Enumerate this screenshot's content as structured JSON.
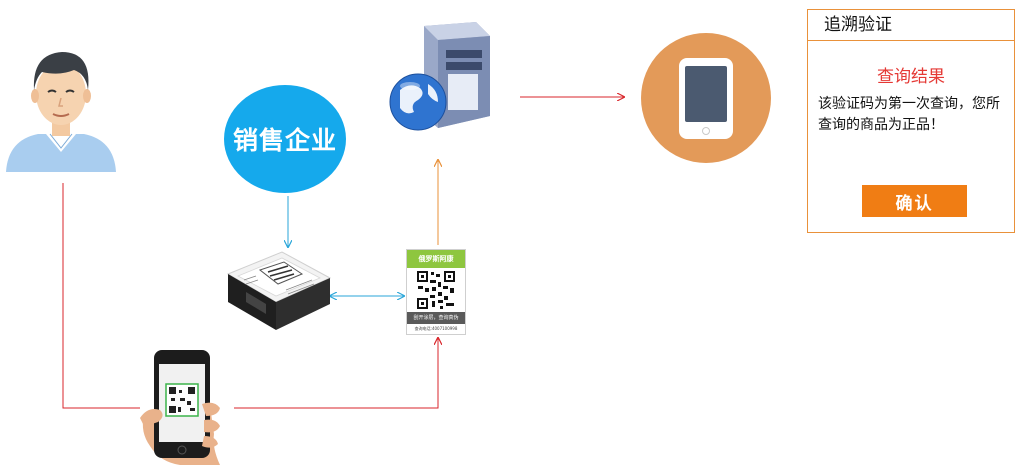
{
  "diagram": {
    "sales_label": "销售企业",
    "qr_label": {
      "brand": "俄罗斯阿康",
      "instruction": "刮开涂层，查询真伪",
      "hotline": "查询电话:4007100998"
    }
  },
  "panel": {
    "title": "追溯验证",
    "subtitle": "查询结果",
    "message": "该验证码为第一次查询，您所查询的商品为正品！",
    "confirm_label": "确认"
  },
  "colors": {
    "red_arrow": "#d9262b",
    "blue_arrow": "#2aa6d9",
    "orange_arrow": "#e9913a",
    "sales_circle": "#15a9ec",
    "phone_circle": "#e39a59",
    "panel_border": "#e9913a",
    "confirm_button": "#f07d14",
    "result_text": "#e53935"
  },
  "icons": [
    "person-icon",
    "server-globe-icon",
    "smartphone-icon",
    "product-box-icon",
    "qr-code-icon",
    "hand-phone-icon"
  ]
}
